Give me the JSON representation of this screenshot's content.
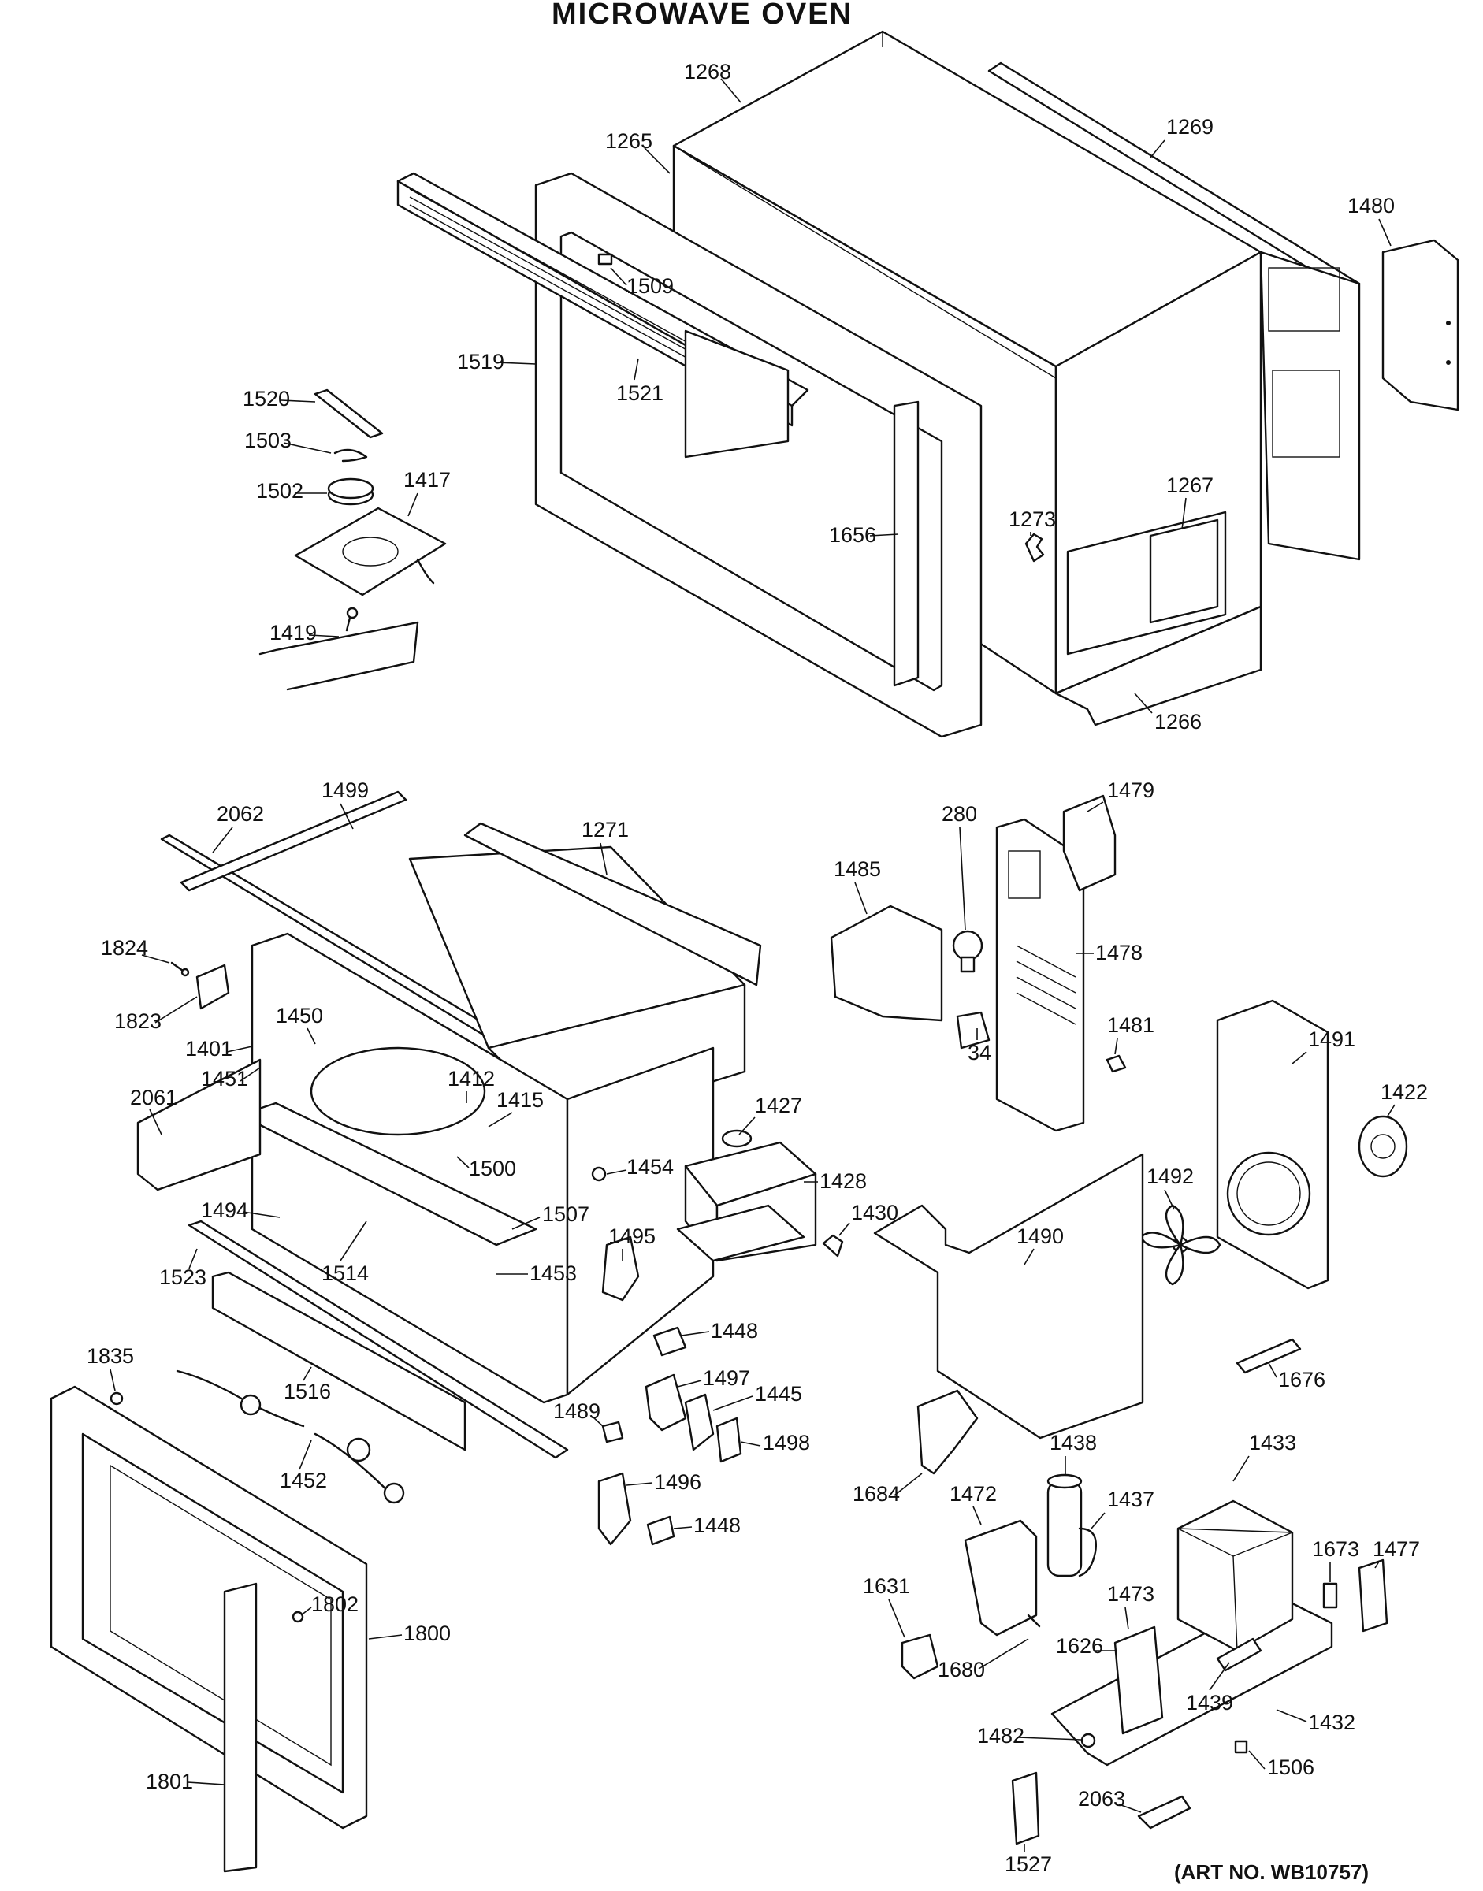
{
  "title": "MICROWAVE OVEN",
  "art_number": "(ART NO. WB10757)",
  "callouts": [
    {
      "id": "c1268",
      "label": "1268"
    },
    {
      "id": "c1265",
      "label": "1265"
    },
    {
      "id": "c1269",
      "label": "1269"
    },
    {
      "id": "c1480",
      "label": "1480"
    },
    {
      "id": "c1509",
      "label": "1509"
    },
    {
      "id": "c1519",
      "label": "1519"
    },
    {
      "id": "c1521",
      "label": "1521"
    },
    {
      "id": "c1520",
      "label": "1520"
    },
    {
      "id": "c1503",
      "label": "1503"
    },
    {
      "id": "c1502",
      "label": "1502"
    },
    {
      "id": "c1417",
      "label": "1417"
    },
    {
      "id": "c1419",
      "label": "1419"
    },
    {
      "id": "c1656",
      "label": "1656"
    },
    {
      "id": "c1273",
      "label": "1273"
    },
    {
      "id": "c1267",
      "label": "1267"
    },
    {
      "id": "c1266",
      "label": "1266"
    },
    {
      "id": "c1499",
      "label": "1499"
    },
    {
      "id": "c2062",
      "label": "2062"
    },
    {
      "id": "c1271",
      "label": "1271"
    },
    {
      "id": "c280",
      "label": "280"
    },
    {
      "id": "c1479",
      "label": "1479"
    },
    {
      "id": "c1485",
      "label": "1485"
    },
    {
      "id": "c1478",
      "label": "1478"
    },
    {
      "id": "c34",
      "label": "34"
    },
    {
      "id": "c1481",
      "label": "1481"
    },
    {
      "id": "c1491",
      "label": "1491"
    },
    {
      "id": "c1422",
      "label": "1422"
    },
    {
      "id": "c1824",
      "label": "1824"
    },
    {
      "id": "c1823",
      "label": "1823"
    },
    {
      "id": "c1450",
      "label": "1450"
    },
    {
      "id": "c1401",
      "label": "1401"
    },
    {
      "id": "c1451",
      "label": "1451"
    },
    {
      "id": "c2061",
      "label": "2061"
    },
    {
      "id": "c1412",
      "label": "1412"
    },
    {
      "id": "c1415",
      "label": "1415"
    },
    {
      "id": "c1500",
      "label": "1500"
    },
    {
      "id": "c1427",
      "label": "1427"
    },
    {
      "id": "c1454",
      "label": "1454"
    },
    {
      "id": "c1428",
      "label": "1428"
    },
    {
      "id": "c1492",
      "label": "1492"
    },
    {
      "id": "c1494",
      "label": "1494"
    },
    {
      "id": "c1507",
      "label": "1507"
    },
    {
      "id": "c1430",
      "label": "1430"
    },
    {
      "id": "c1490",
      "label": "1490"
    },
    {
      "id": "c1523",
      "label": "1523"
    },
    {
      "id": "c1514",
      "label": "1514"
    },
    {
      "id": "c1453",
      "label": "1453"
    },
    {
      "id": "c1495",
      "label": "1495"
    },
    {
      "id": "c1448a",
      "label": "1448"
    },
    {
      "id": "c1835",
      "label": "1835"
    },
    {
      "id": "c1516",
      "label": "1516"
    },
    {
      "id": "c1497",
      "label": "1497"
    },
    {
      "id": "c1445",
      "label": "1445"
    },
    {
      "id": "c1676",
      "label": "1676"
    },
    {
      "id": "c1489",
      "label": "1489"
    },
    {
      "id": "c1498",
      "label": "1498"
    },
    {
      "id": "c1452",
      "label": "1452"
    },
    {
      "id": "c1438",
      "label": "1438"
    },
    {
      "id": "c1433",
      "label": "1433"
    },
    {
      "id": "c1684",
      "label": "1684"
    },
    {
      "id": "c1496",
      "label": "1496"
    },
    {
      "id": "c1472",
      "label": "1472"
    },
    {
      "id": "c1437",
      "label": "1437"
    },
    {
      "id": "c1448b",
      "label": "1448"
    },
    {
      "id": "c1673",
      "label": "1673"
    },
    {
      "id": "c1477",
      "label": "1477"
    },
    {
      "id": "c1631",
      "label": "1631"
    },
    {
      "id": "c1473",
      "label": "1473"
    },
    {
      "id": "c1802",
      "label": "1802"
    },
    {
      "id": "c1800",
      "label": "1800"
    },
    {
      "id": "c1680",
      "label": "1680"
    },
    {
      "id": "c1626",
      "label": "1626"
    },
    {
      "id": "c1482",
      "label": "1482"
    },
    {
      "id": "c1439",
      "label": "1439"
    },
    {
      "id": "c1432",
      "label": "1432"
    },
    {
      "id": "c1506",
      "label": "1506"
    },
    {
      "id": "c1801",
      "label": "1801"
    },
    {
      "id": "c2063",
      "label": "2063"
    },
    {
      "id": "c1527",
      "label": "1527"
    }
  ]
}
